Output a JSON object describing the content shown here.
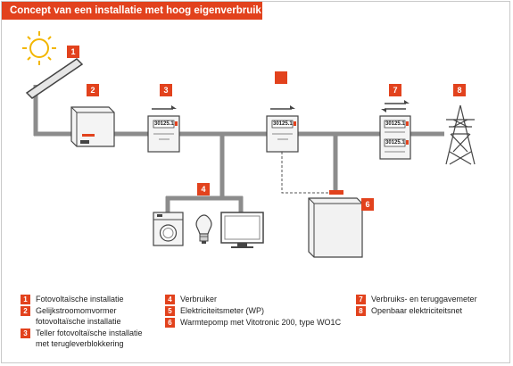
{
  "title": "Concept van een installatie met hoog eigenverbruik",
  "colors": {
    "accent": "#e2421d",
    "line": "#8c8c8c"
  },
  "badges": {
    "b1": "1",
    "b2": "2",
    "b3": "3",
    "b4": "4",
    "b5": "",
    "b6": "6",
    "b7": "7",
    "b8": "8"
  },
  "meters": {
    "m3": "30125.1",
    "m5": "30125.1",
    "m7_top": "30125.1",
    "m7_bottom": "30125.1"
  },
  "legend": [
    {
      "num": "1",
      "text": "Fotovoltaïsche installatie"
    },
    {
      "num": "2",
      "text": "Gelijkstroomomvormer\nfotovoltaïsche installatie"
    },
    {
      "num": "3",
      "text": "Teller fotovoltaïsche installatie\nmet terugleverblokkering"
    },
    {
      "num": "4",
      "text": "Verbruiker"
    },
    {
      "num": "5",
      "text": "Elektriciteitsmeter (WP)"
    },
    {
      "num": "6",
      "text": "Warmtepomp met Vitotronic 200, type WO1C"
    },
    {
      "num": "7",
      "text": "Verbruiks- en teruggavemeter"
    },
    {
      "num": "8",
      "text": "Openbaar elektriciteitsnet"
    }
  ],
  "icons": [
    "sun-icon",
    "solar-panel-icon",
    "inverter-icon",
    "meter-icon",
    "washing-machine-icon",
    "light-bulb-icon",
    "monitor-icon",
    "heat-pump-icon",
    "pylon-icon",
    "arrow-right-icon",
    "bidirectional-arrow-icon"
  ]
}
